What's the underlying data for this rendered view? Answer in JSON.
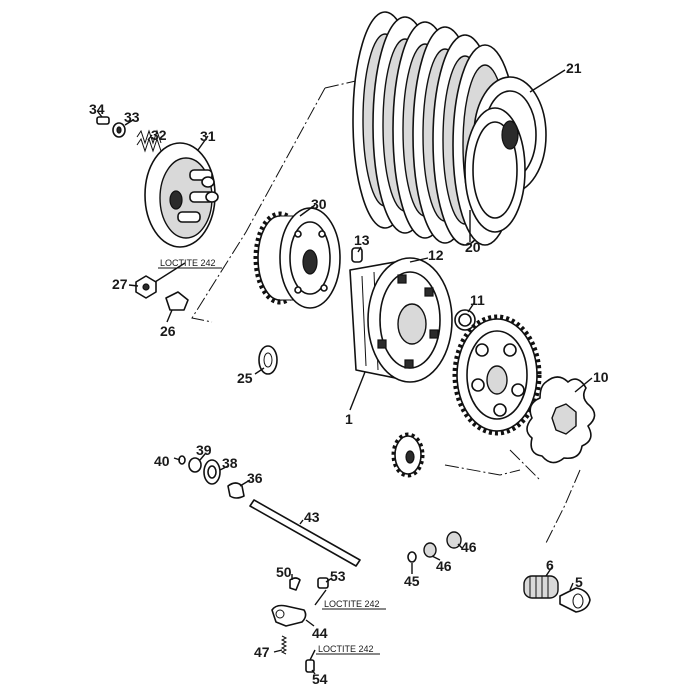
{
  "diagram": {
    "labels": {
      "p1": "1",
      "p5": "5",
      "p6": "6",
      "p10": "10",
      "p11": "11",
      "p12": "12",
      "p13": "13",
      "p20": "20",
      "p21": "21",
      "p25": "25",
      "p26": "26",
      "p27": "27",
      "p30": "30",
      "p31": "31",
      "p32": "32",
      "p33": "33",
      "p34": "34",
      "p36": "36",
      "p38": "38",
      "p39": "39",
      "p40": "40",
      "p43": "43",
      "p44": "44",
      "p45": "45",
      "p46a": "46",
      "p46b": "46",
      "p47": "47",
      "p50": "50",
      "p53": "53",
      "p54": "54"
    },
    "notes": {
      "loctite_a": "LOCTITE 242",
      "loctite_b": "LOCTITE 242",
      "loctite_c": "LOCTITE 242"
    }
  }
}
